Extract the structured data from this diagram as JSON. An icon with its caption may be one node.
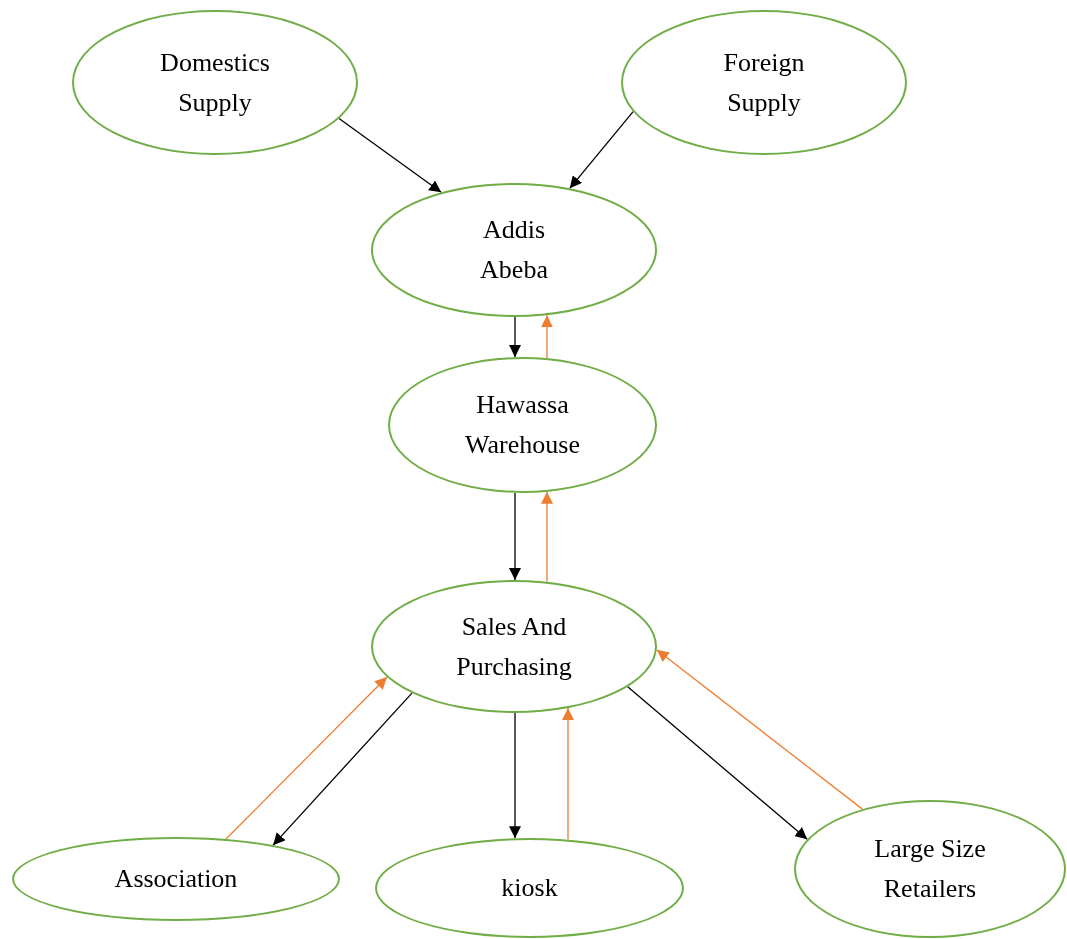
{
  "diagram": {
    "nodes": [
      {
        "text": [
          "Domestics Supply"
        ]
      },
      {
        "text": [
          "Foreign Supply"
        ]
      },
      {
        "text": [
          "Addis Abeba"
        ]
      },
      {
        "text": [
          "Hawassa Warehouse"
        ]
      },
      {
        "text": [
          "Sales And Purchasing"
        ]
      },
      {
        "text": [
          "Association"
        ]
      },
      {
        "text": [
          "kiosk"
        ]
      },
      {
        "text": [
          "Large Size Retailers"
        ]
      }
    ],
    "edges": [
      {
        "from": 0,
        "to": 2,
        "arrow": "to"
      },
      {
        "from": 1,
        "to": 2,
        "arrow": "to"
      },
      {
        "from": 2,
        "to": 3,
        "arrow": "to"
      },
      {
        "from": 3,
        "to": 2,
        "arrow": "to",
        "color": "#ed7d31"
      },
      {
        "from": 3,
        "to": 4,
        "arrow": "to"
      },
      {
        "from": 4,
        "to": 3,
        "arrow": "to",
        "color": "#ed7d31"
      },
      {
        "from": 4,
        "to": 5,
        "arrow": "to"
      },
      {
        "from": 5,
        "to": 4,
        "arrow": "to",
        "color": "#ed7d31"
      },
      {
        "from": 4,
        "to": 6,
        "arrow": "to"
      },
      {
        "from": 6,
        "to": 4,
        "arrow": "to",
        "color": "#ed7d31"
      },
      {
        "from": 4,
        "to": 7,
        "arrow": "to"
      },
      {
        "from": 7,
        "to": 4,
        "arrow": "to",
        "color": "#ed7d31"
      }
    ]
  }
}
